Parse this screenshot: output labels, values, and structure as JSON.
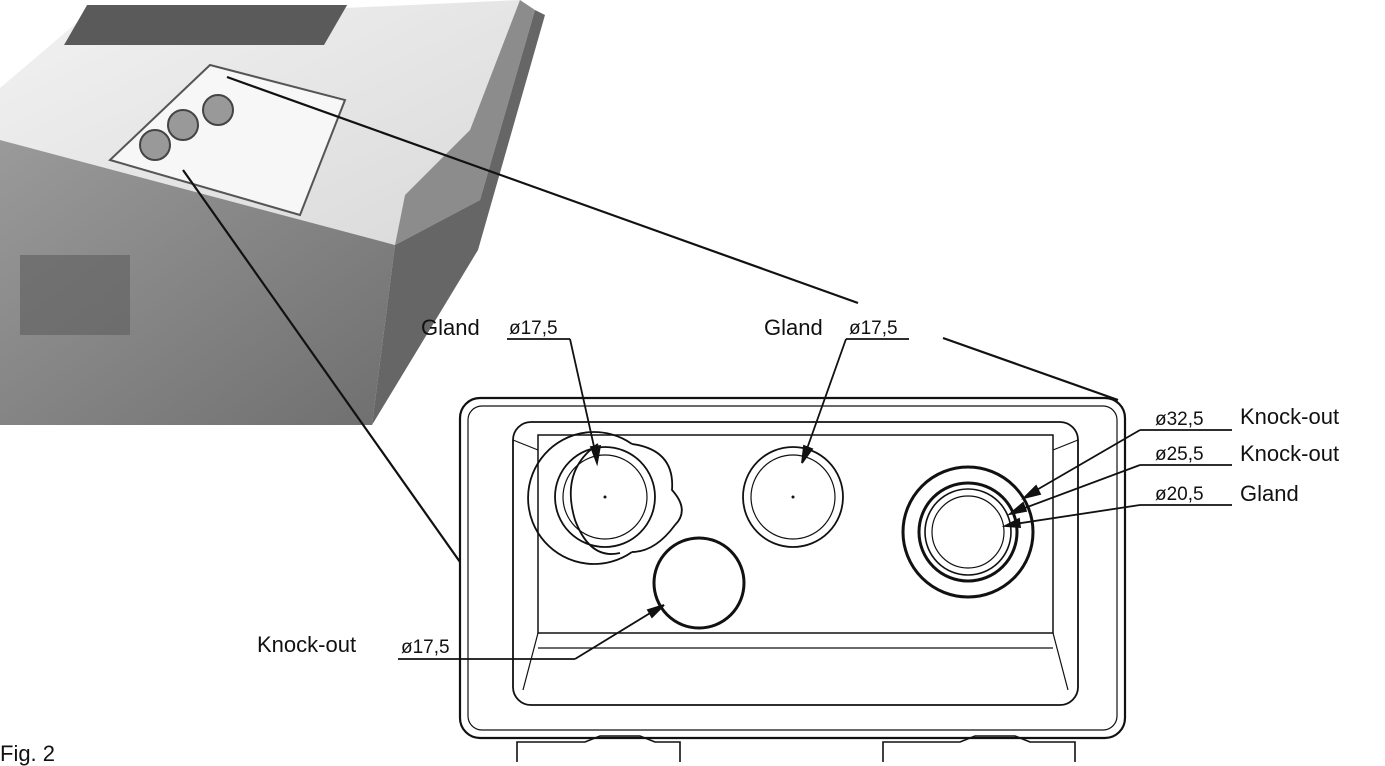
{
  "figure": {
    "caption": "Fig. 2"
  },
  "callouts": {
    "gland_left": {
      "label": "Gland",
      "diameter": "ø17,5"
    },
    "gland_mid": {
      "label": "Gland",
      "diameter": "ø17,5"
    },
    "knockout_large": {
      "label": "Knock-out",
      "diameter": "ø32,5"
    },
    "knockout_medium": {
      "label": "Knock-out",
      "diameter": "ø25,5"
    },
    "gland_right": {
      "label": "Gland",
      "diameter": "ø20,5"
    },
    "knockout_bottom": {
      "label": "Knock-out",
      "diameter": "ø17,5"
    }
  },
  "colors": {
    "line": "#111111",
    "housing_dark": "#7a7a7a",
    "housing_light": "#e6e6e6",
    "background": "#ffffff"
  }
}
